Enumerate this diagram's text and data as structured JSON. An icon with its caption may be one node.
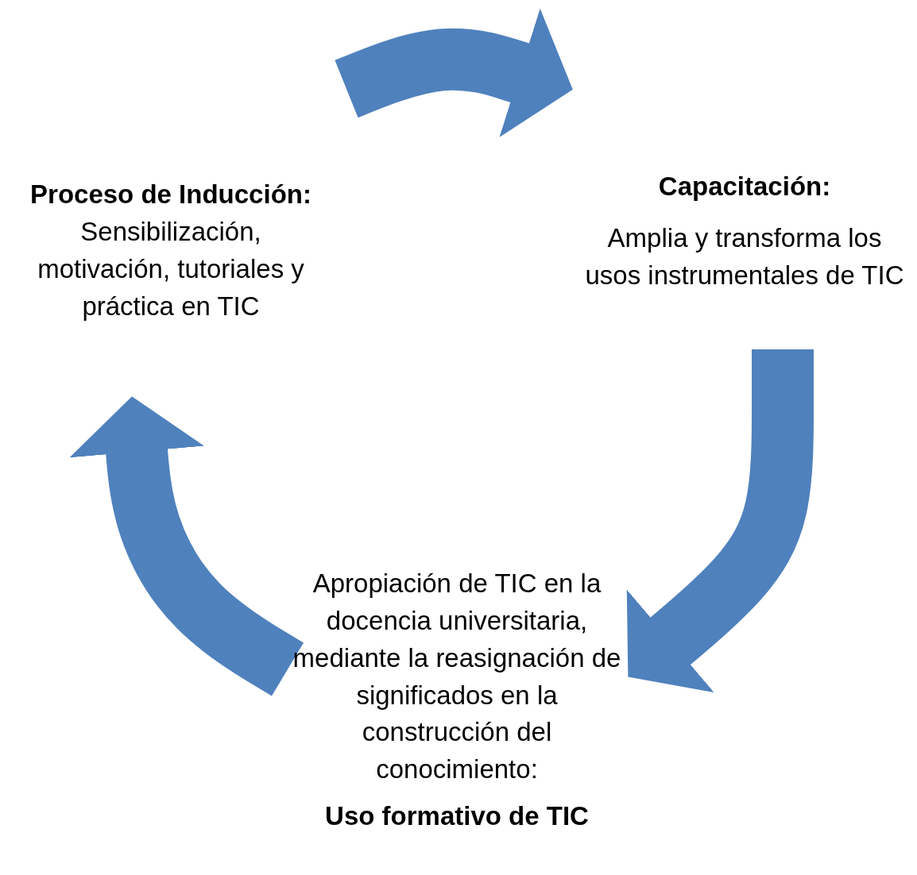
{
  "diagram": {
    "nodes": [
      {
        "text": [
          "Proceso de Inducción:",
          "Sensibilización, motivación, tutoriales y práctica en TIC"
        ]
      },
      {
        "text": [
          "Capacitación:",
          "Amplia y transforma los usos instrumentales de TIC"
        ]
      },
      {
        "text": [
          "Apropiación de TIC en la docencia universitaria, mediante la reasignación de significados en la construcción del conocimiento:",
          "Uso formativo de TIC"
        ]
      }
    ],
    "edges": [
      {
        "from": null,
        "to": 1,
        "arrow": "to"
      },
      {
        "from": 1,
        "to": 2,
        "arrow": "to"
      },
      {
        "from": 2,
        "to": 0,
        "arrow": "to"
      }
    ]
  }
}
